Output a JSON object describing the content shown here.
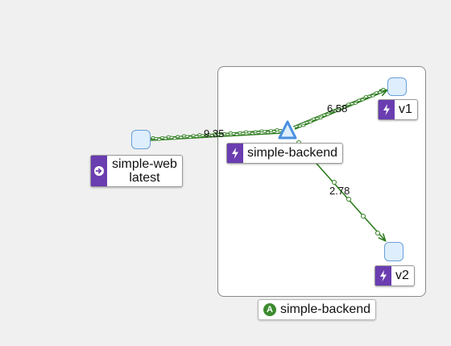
{
  "graph": {
    "app_box_label": "simple-backend",
    "app_box_badge": "A",
    "nodes": {
      "simple_web": {
        "line1": "simple-web",
        "line2": "latest"
      },
      "simple_backend": {
        "label": "simple-backend"
      },
      "v1": {
        "label": "v1"
      },
      "v2": {
        "label": "v2"
      }
    },
    "edges": {
      "web_to_backend": "9.35",
      "backend_to_v1": "6.58",
      "backend_to_v2": "2.78"
    },
    "colors": {
      "edge": "#2e7d1f",
      "service_badge": "#6a3db0",
      "app_badge": "#3d8b2f",
      "node_fill": "#deeefc",
      "node_border": "#6a9fd8"
    },
    "icons": {
      "service": "lightning-bolt-icon",
      "workload": "arrow-right-circle-icon"
    }
  }
}
